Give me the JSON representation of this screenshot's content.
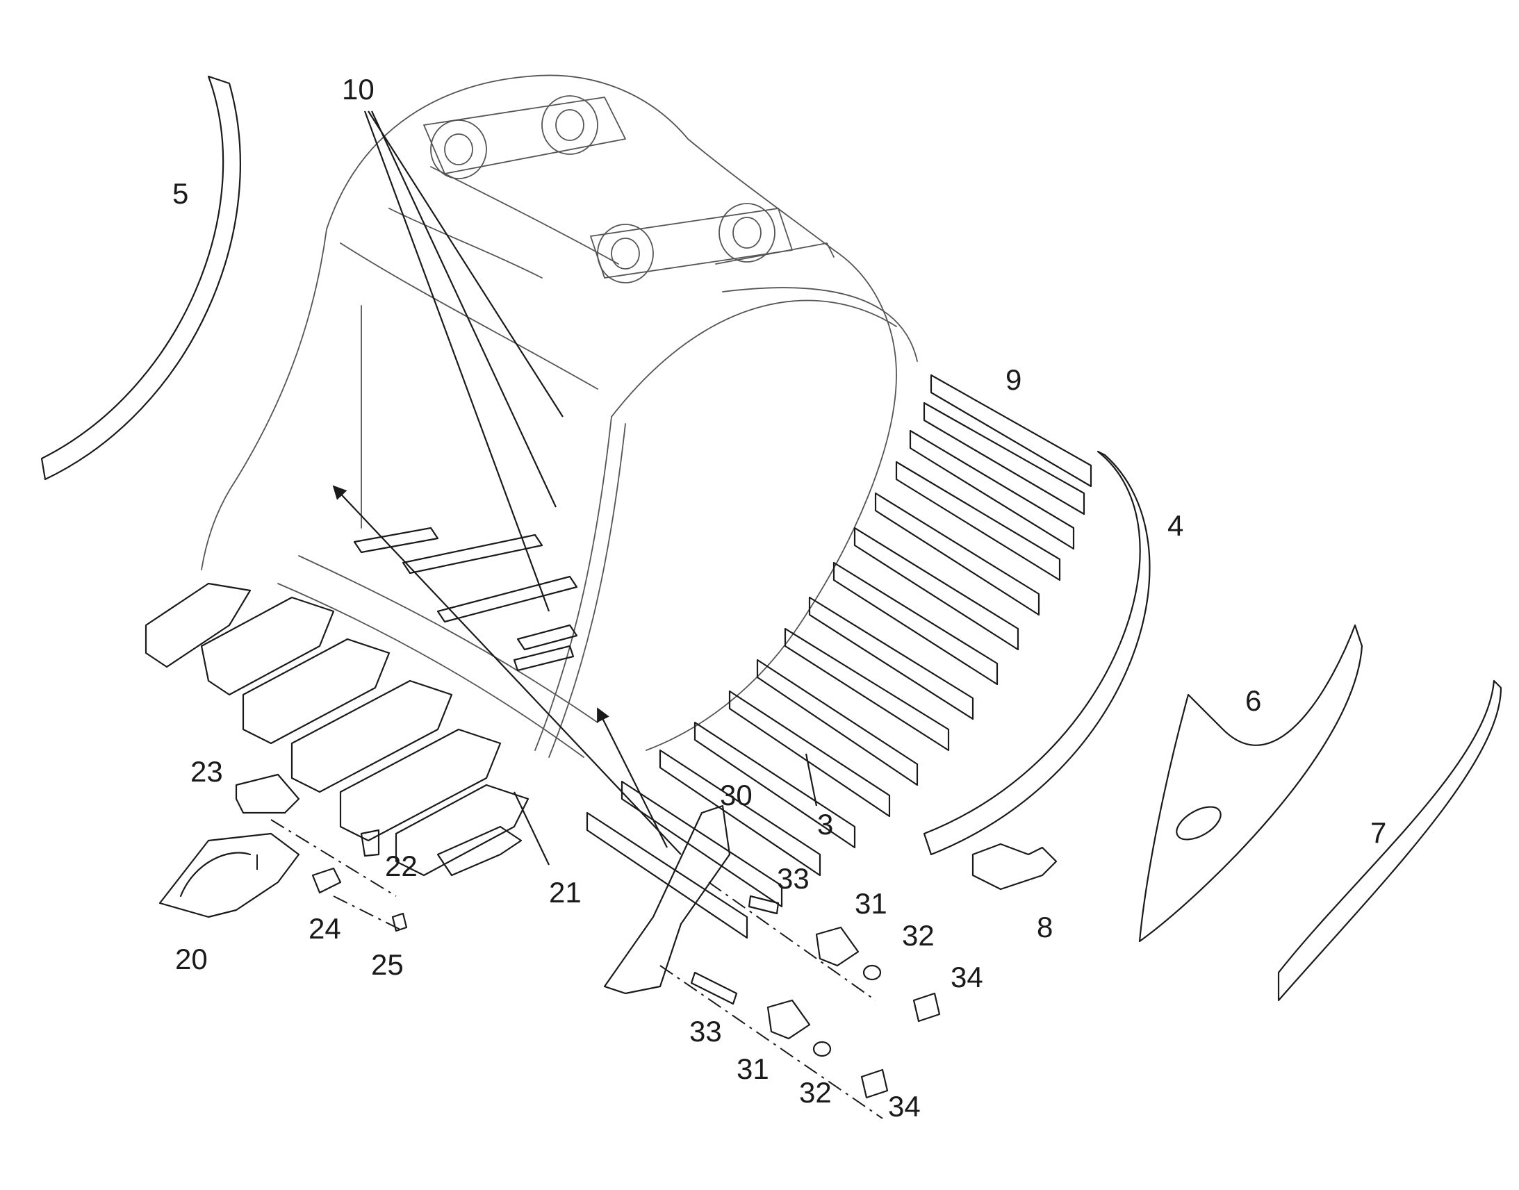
{
  "colors": {
    "line": "#1a1a1a",
    "light": "#555555",
    "background": "#ffffff"
  },
  "callouts": {
    "c3": "3",
    "c4": "4",
    "c5": "5",
    "c6": "6",
    "c7": "7",
    "c8": "8",
    "c9": "9",
    "c10": "10",
    "c20": "20",
    "c21": "21",
    "c22": "22",
    "c23": "23",
    "c24": "24",
    "c25": "25",
    "c30": "30",
    "c31a": "31",
    "c31b": "31",
    "c32a": "32",
    "c32b": "32",
    "c33a": "33",
    "c33b": "33",
    "c34a": "34",
    "c34b": "34"
  }
}
